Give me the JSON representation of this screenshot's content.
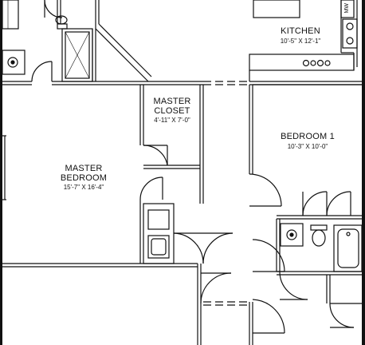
{
  "rooms": {
    "kitchen": {
      "name": "KITCHEN",
      "dims": "10'-5\" X 12'-1\""
    },
    "master_closet": {
      "name_line1": "MASTER",
      "name_line2": "CLOSET",
      "dims": "4'-11\" X 7'-0\""
    },
    "master_bedroom": {
      "name_line1": "MASTER",
      "name_line2": "BEDROOM",
      "dims": "15'-7\" X 16'-4\""
    },
    "bedroom_1": {
      "name": "BEDROOM 1",
      "dims": "10'-3\" X 10'-0\""
    }
  },
  "appliances": {
    "microwave": "MW"
  }
}
